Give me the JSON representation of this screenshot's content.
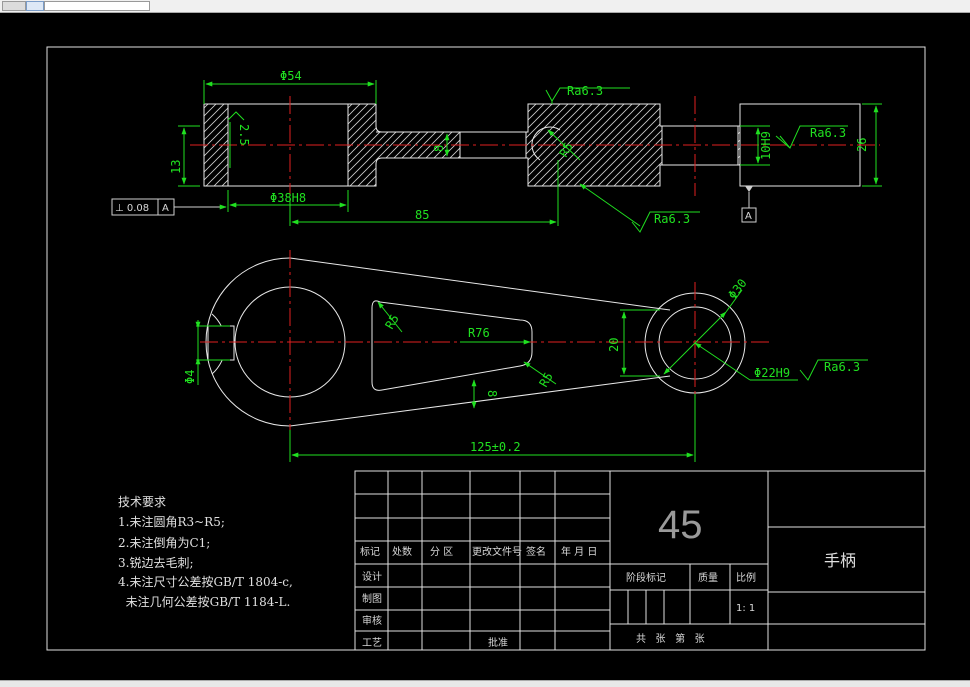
{
  "dims": {
    "d54": "Φ54",
    "d38": "Φ38H8",
    "len85": "85",
    "h13": "13",
    "h26": "26",
    "h8": "8",
    "h10": "10H9",
    "r5_top": "R5",
    "depth": "2.5",
    "geo_tol": "⊥ 0.08",
    "datum_letter": "A",
    "datum_letter2": "A",
    "r5_a": "R5",
    "r76": "R76",
    "r5_b": "R5",
    "w20": "20",
    "w8": "8",
    "d4": "Φ4",
    "d30": "Φ30",
    "d22": "Φ22H9",
    "len125": "125±0.2"
  },
  "roughness": [
    "Ra6.3",
    "Ra6.3",
    "Ra6.3",
    "Ra6.3"
  ],
  "notes": {
    "title": "技术要求",
    "items": [
      "1.未注圆角R3~R5;",
      "2.未注倒角为C1;",
      "3.锐边去毛刺;",
      "4.未注尺寸公差按GB/T 1804-c,",
      "  未注几何公差按GB/T 1184-L."
    ]
  },
  "title_block": {
    "material": "45",
    "part_name": "手柄",
    "row_labels": [
      "标记",
      "处数",
      "分 区",
      "更改文件号",
      "签名",
      "年 月 日"
    ],
    "left_labels": [
      "设计",
      "制图",
      "审核",
      "工艺"
    ],
    "approve": "批准",
    "stage_label": "阶段标记",
    "weight_label": "质量",
    "scale_label": "比例",
    "scale_value": "1: 1",
    "sheet_text": "共   张   第   张"
  }
}
